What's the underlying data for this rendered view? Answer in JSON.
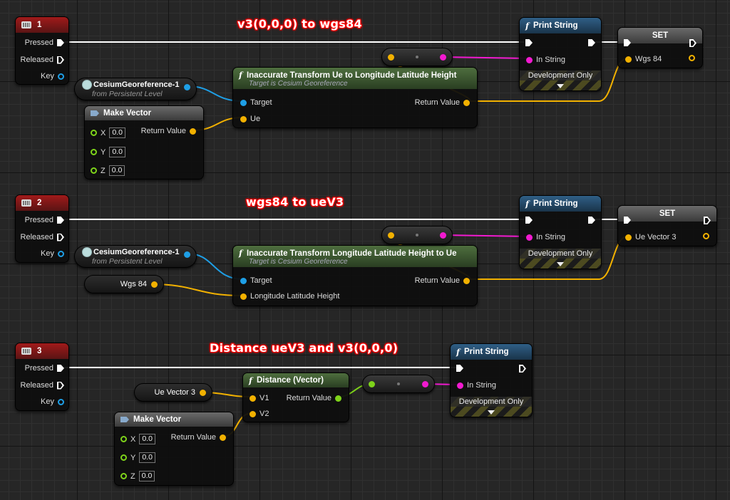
{
  "comments": {
    "c1": "v3(0,0,0) to wgs84",
    "c2": "wgs84 to ueV3",
    "c3": "Distance ueV3 and v3(0,0,0)"
  },
  "keyEvents": [
    {
      "title": "1",
      "pressed": "Pressed",
      "released": "Released",
      "key": "Key"
    },
    {
      "title": "2",
      "pressed": "Pressed",
      "released": "Released",
      "key": "Key"
    },
    {
      "title": "3",
      "pressed": "Pressed",
      "released": "Released",
      "key": "Key"
    }
  ],
  "georef": {
    "title": "CesiumGeoreference-1",
    "subtitle": "from Persistent Level"
  },
  "makeVector": {
    "title": "Make Vector",
    "return": "Return Value",
    "x": "X",
    "y": "Y",
    "z": "Z",
    "x_value": "0.0",
    "y_value": "0.0",
    "z_value": "0.0"
  },
  "transform1": {
    "title": "Inaccurate Transform Ue to Longitude Latitude Height",
    "subtitle": "Target is Cesium Georeference",
    "target": "Target",
    "input": "Ue",
    "return": "Return Value"
  },
  "transform2": {
    "title": "Inaccurate Transform Longitude Latitude Height to Ue",
    "subtitle": "Target is Cesium Georeference",
    "target": "Target",
    "input": "Longitude Latitude Height",
    "return": "Return Value"
  },
  "printString": {
    "title": "Print String",
    "in_string": "In String",
    "dev_only": "Development Only"
  },
  "set1": {
    "title": "SET",
    "var": "Wgs 84"
  },
  "set2": {
    "title": "SET",
    "var": "Ue Vector 3"
  },
  "getWgs": "Wgs 84",
  "getUeVec": "Ue Vector 3",
  "distance": {
    "title": "Distance (Vector)",
    "v1": "V1",
    "v2": "V2",
    "return": "Return Value"
  },
  "colors": {
    "exec": "#ffffff",
    "object": "#1e9fe6",
    "vector": "#f2b100",
    "string": "#f21ad0",
    "float": "#7ed31a",
    "event_header": "#a11a1a",
    "function_header": "#2f5f86",
    "target_function_header": "#4e6e3e"
  }
}
